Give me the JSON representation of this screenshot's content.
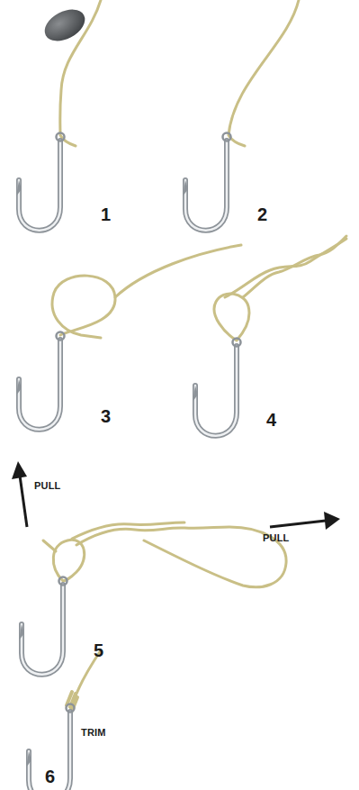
{
  "diagram": {
    "labels": [
      "1",
      "2",
      "3",
      "4",
      "PULL",
      "PULL",
      "5",
      "6",
      "TRIM"
    ]
  }
}
